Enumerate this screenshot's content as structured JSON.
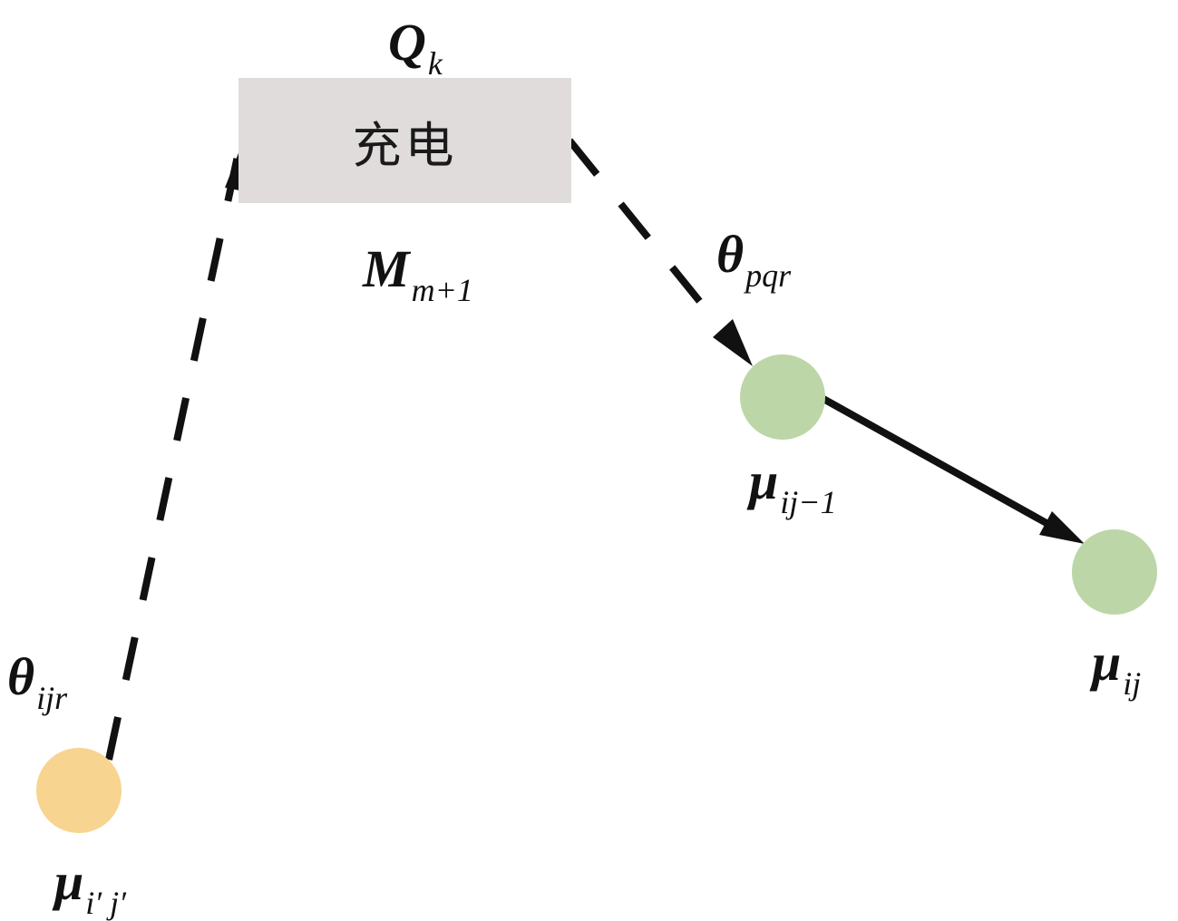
{
  "charge_box": {
    "label": "充电"
  },
  "labels": {
    "q_k": {
      "main": "Q",
      "sub": "k"
    },
    "m_m1": {
      "main": "M",
      "sub": "m+1"
    },
    "theta_pqr": {
      "main": "θ",
      "sub": "pqr"
    },
    "theta_ijr": {
      "main": "θ",
      "sub": "ijr"
    },
    "mu_ij_1": {
      "main": "μ",
      "sub": "ij−1"
    },
    "mu_ij": {
      "main": "μ",
      "sub": "ij"
    },
    "mu_ipjp": {
      "main": "μ",
      "sub": "i′ j′"
    }
  },
  "colors": {
    "start_node": "#f7d48f",
    "mid_node": "#bcd6a8",
    "end_node": "#bcd6a8",
    "box_fill": "#e0dcdc",
    "arrow": "#111111"
  }
}
